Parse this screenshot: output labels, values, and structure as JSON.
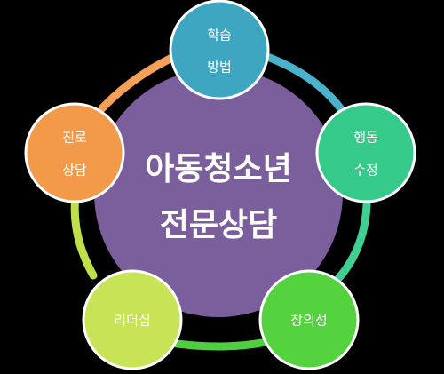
{
  "center": {
    "line1": "아동청소년",
    "line2": "전문상담",
    "color": "#7b5e9c"
  },
  "nodes": [
    {
      "line1": "학습",
      "line2": "방법",
      "color": "#3fa6c2",
      "ring_color": "#4ab3cc"
    },
    {
      "line1": "행동",
      "line2": "수정",
      "color": "#35c98a",
      "ring_color": "#3fcf93"
    },
    {
      "line1": "창의성",
      "line2": "",
      "color": "#55d33f",
      "ring_color": "#4fce3f"
    },
    {
      "line1": "리더십",
      "line2": "",
      "color": "#c6e455",
      "ring_color": "#bfe04a"
    },
    {
      "line1": "진로",
      "line2": "상담",
      "color": "#f2994a",
      "ring_color": "#f4a058"
    }
  ]
}
